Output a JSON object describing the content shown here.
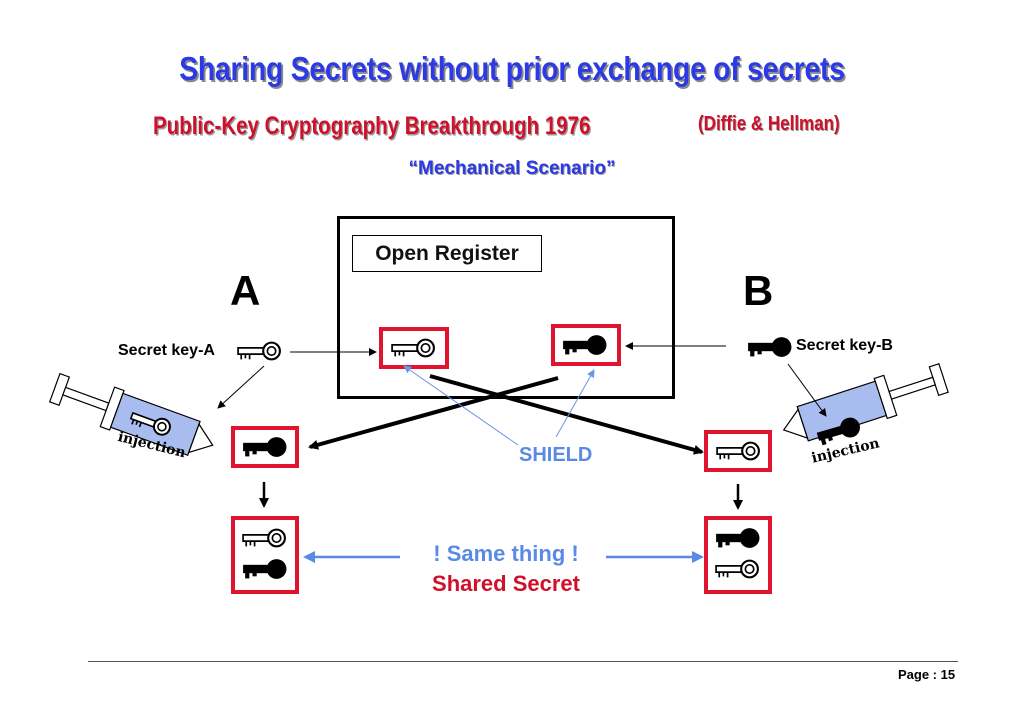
{
  "header": {
    "title": "Sharing Secrets without prior exchange of secrets",
    "subtitle": "Public-Key Cryptography Breakthrough 1976",
    "credit": "(Diffie & Hellman)",
    "scenario": "“Mechanical Scenario”"
  },
  "diagram": {
    "register_label": "Open Register",
    "party_a": "A",
    "party_b": "B",
    "secret_key_a": "Secret key-A",
    "secret_key_b": "Secret key-B",
    "shield_label": "SHIELD",
    "injection_a": "injection",
    "injection_b": "injection",
    "same_thing": "! Same thing !",
    "shared_secret": "Shared Secret",
    "colors": {
      "title_blue": "#2b39e6",
      "accent_red": "#d0102a",
      "light_blue": "#5a8ae6",
      "syringe_fill": "#a8bcf0"
    }
  },
  "footer": {
    "page_label": "Page :  15"
  }
}
